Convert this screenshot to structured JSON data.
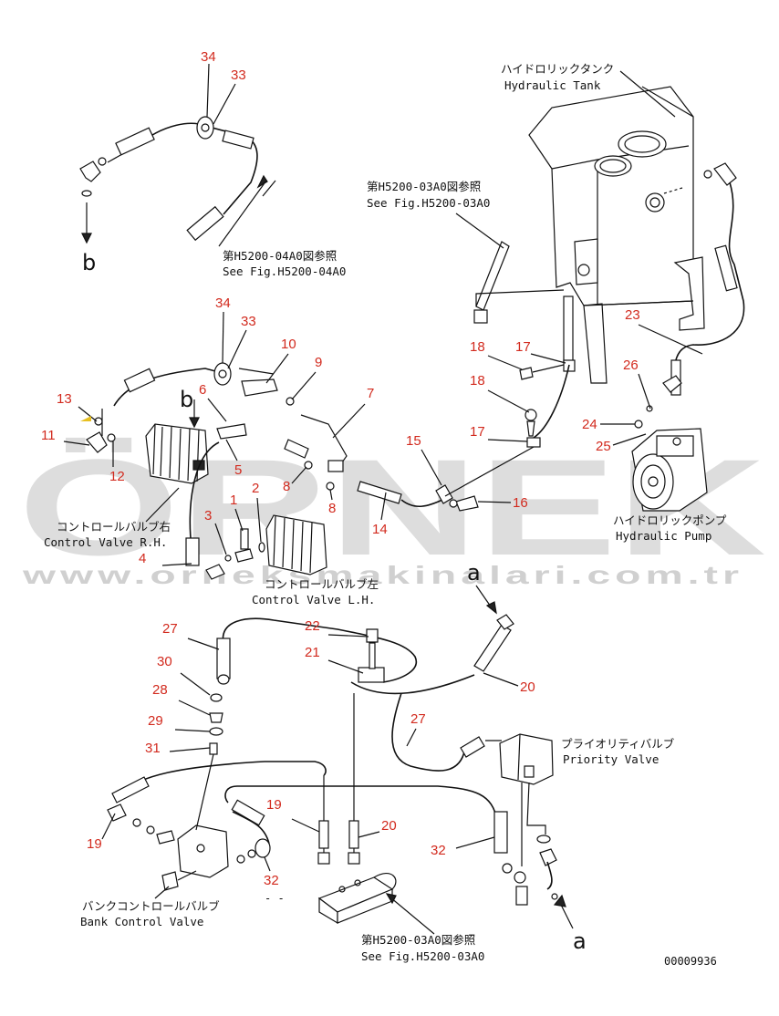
{
  "labels": {
    "hydraulic_tank_jp": "ハイドロリックタンク",
    "hydraulic_tank_en": "Hydraulic Tank",
    "see_fig_03_jp_top": "第H5200-03A0図参照",
    "see_fig_03_en_top": "See Fig.H5200-03A0",
    "see_fig_04_jp": "第H5200-04A0図参照",
    "see_fig_04_en": "See Fig.H5200-04A0",
    "control_valve_rh_jp": "コントロールバルブ右",
    "control_valve_rh_en": "Control Valve R.H.",
    "control_valve_lh_jp": "コントロールバルブ左",
    "control_valve_lh_en": "Control Valve L.H.",
    "hydraulic_pump_jp": "ハイドロリックポンプ",
    "hydraulic_pump_en": "Hydraulic Pump",
    "priority_valve_jp": "プライオリティバルブ",
    "priority_valve_en": "Priority Valve",
    "bank_control_valve_jp": "バンクコントロールバルブ",
    "bank_control_valve_en": "Bank Control Valve",
    "see_fig_03_jp_bottom": "第H5200-03A0図参照",
    "see_fig_03_en_bottom": "See Fig.H5200-03A0",
    "drawing_number": "00009936",
    "arrow_b_1": "b",
    "arrow_b_2": "b",
    "arrow_a_1": "a",
    "arrow_a_2": "a",
    "dash_mark": "- -"
  },
  "part_numbers": {
    "p34a": "34",
    "p33a": "33",
    "p34b": "34",
    "p33b": "33",
    "p10": "10",
    "p9": "9",
    "p7": "7",
    "p13": "13",
    "p6": "6",
    "p11": "11",
    "p12": "12",
    "p5": "5",
    "p8a": "8",
    "p8b": "8",
    "p2": "2",
    "p1": "1",
    "p3": "3",
    "p4": "4",
    "p14": "14",
    "p15": "15",
    "p16": "16",
    "p18a": "18",
    "p17a": "17",
    "p18b": "18",
    "p17b": "17",
    "p23": "23",
    "p26": "26",
    "p24": "24",
    "p25": "25",
    "p27a": "27",
    "p22": "22",
    "p21": "21",
    "p20a": "20",
    "p30": "30",
    "p28": "28",
    "p29": "29",
    "p31": "31",
    "p27b": "27",
    "p19a": "19",
    "p19b": "19",
    "p20b": "20",
    "p32a": "32",
    "p32b": "32"
  },
  "watermark": {
    "brand": "ÖRNEK",
    "url": "www.orneksmakinalari.com.tr"
  },
  "colors": {
    "callout": "#d22a1e",
    "line": "#111111"
  }
}
